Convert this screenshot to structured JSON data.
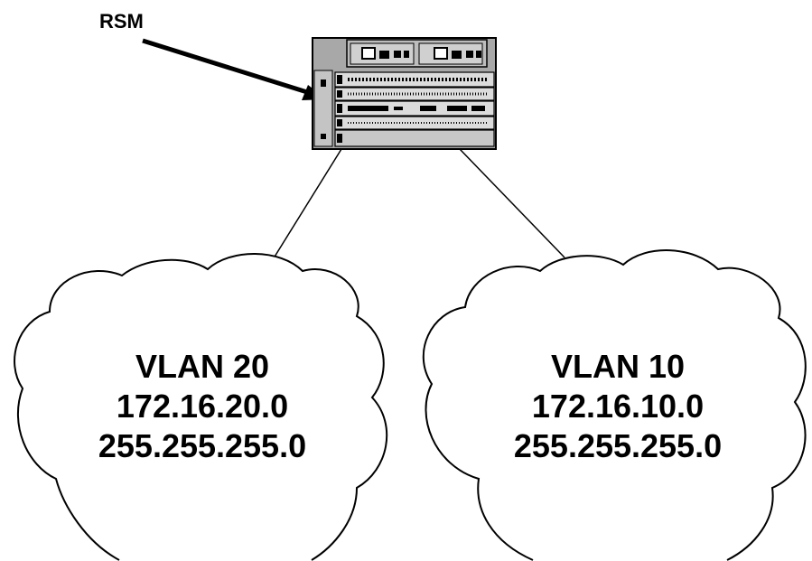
{
  "rsm_callout": {
    "label": "RSM"
  },
  "vlans": [
    {
      "name": "VLAN 20",
      "network": "172.16.20.0",
      "mask": "255.255.255.0"
    },
    {
      "name": "VLAN 10",
      "network": "172.16.10.0",
      "mask": "255.255.255.0"
    }
  ],
  "colors": {
    "line": "#000000",
    "chassis_fill": "#a8a8a8",
    "module_fill": "#dcdcdc",
    "background": "#ffffff"
  }
}
